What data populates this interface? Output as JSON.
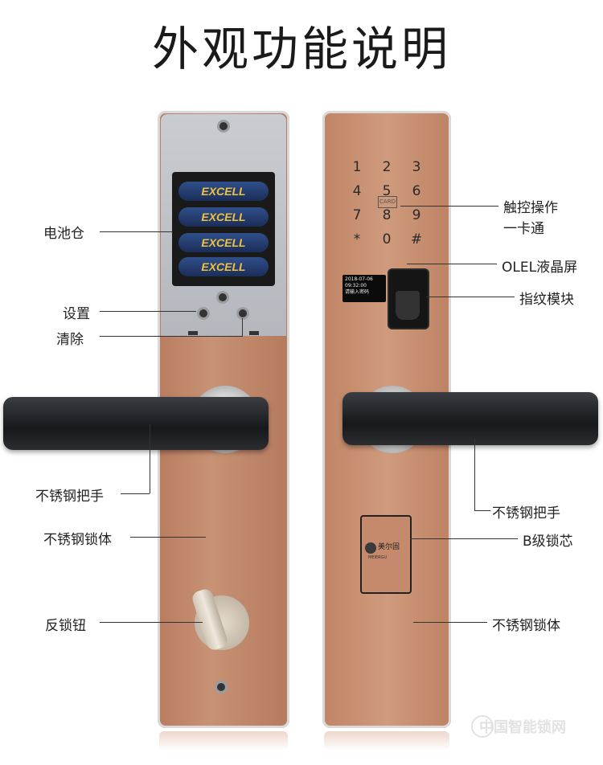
{
  "title": "外观功能说明",
  "labels": {
    "battery": "电池仓",
    "settings": "设置",
    "clear": "清除",
    "handle_left": "不锈钢把手",
    "body_left": "不锈钢锁体",
    "thumbturn": "反锁钮",
    "touch": "触控操作",
    "card": "一卡通",
    "screen": "OLEL液晶屏",
    "fingerprint": "指纹模块",
    "handle_right": "不锈钢把手",
    "cylinder": "B级锁芯",
    "body_right": "不锈钢锁体"
  },
  "battery_brand": "EXCELL",
  "keypad": [
    "1",
    "2",
    "3",
    "4",
    "5",
    "6",
    "7",
    "8",
    "9",
    "*",
    "0",
    "#"
  ],
  "card_mark": "CARD",
  "screen_text": [
    "2018-07-06",
    "09:32:00",
    "请输入密码"
  ],
  "cylinder_brand": "美尔固",
  "cylinder_sub": "MEIERGU",
  "watermark": "中国智能锁网",
  "colors": {
    "plate": "#c08769",
    "handle": "#1c1e21",
    "silver": "#bfc2c6"
  }
}
